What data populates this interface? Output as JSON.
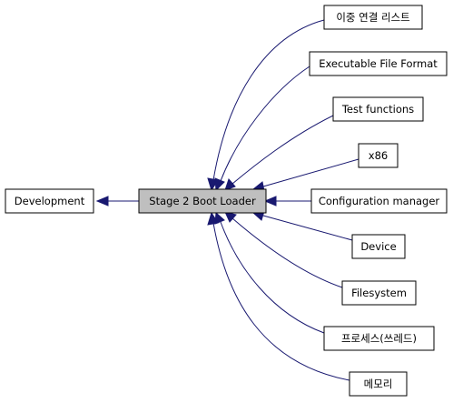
{
  "diagram": {
    "colors": {
      "edge": "#191970",
      "current_fill": "#bfbfbf",
      "box_fill": "#ffffff",
      "box_stroke": "#000000"
    },
    "current": {
      "label": "Stage 2 Boot Loader"
    },
    "parent": {
      "label": "Development"
    },
    "children": [
      {
        "label": "이중 연결 리스트"
      },
      {
        "label": "Executable File Format"
      },
      {
        "label": "Test functions"
      },
      {
        "label": "x86"
      },
      {
        "label": "Configuration manager"
      },
      {
        "label": "Device"
      },
      {
        "label": "Filesystem"
      },
      {
        "label": "프로세스(쓰레드)"
      },
      {
        "label": "메모리"
      }
    ]
  }
}
